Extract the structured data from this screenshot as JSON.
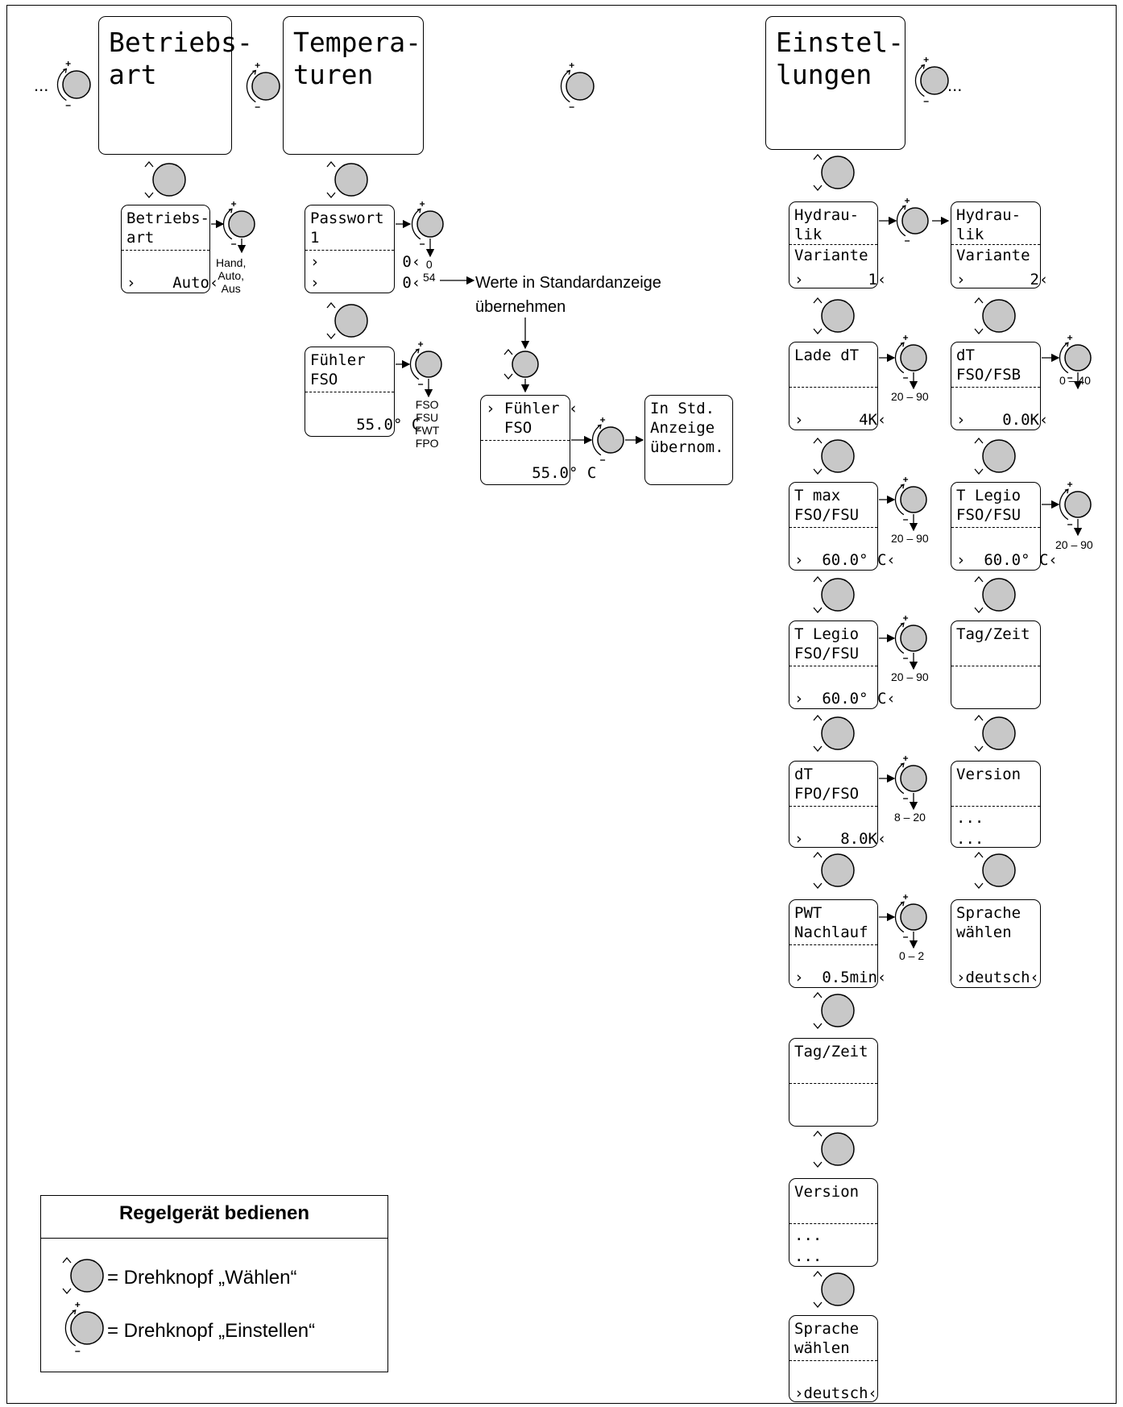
{
  "ellipsis": "...",
  "big_boxes": [
    {
      "id": "betriebsart",
      "text": "Betriebs-\nart"
    },
    {
      "id": "temperaturen",
      "text": "Tempera-\nturen"
    },
    {
      "id": "einstellungen",
      "text": "Einstel-\nlungen"
    }
  ],
  "small_boxes": [
    {
      "id": "betriebsart",
      "l1": "Betriebs-",
      "l2": "art",
      "l3": "",
      "l4": "›    Auto‹"
    },
    {
      "id": "passwort",
      "l1": "Passwort",
      "l2": "1",
      "l3": "›         0‹",
      "l4": "›         0‹"
    },
    {
      "id": "fuehler",
      "l1": "Fühler",
      "l2": "FSO",
      "l3": "",
      "l4": "     55.0° C"
    },
    {
      "id": "fuehler2",
      "l1": "› Fühler ‹",
      "l2": "  FSO",
      "l3": "",
      "l4": "     55.0° C"
    },
    {
      "id": "std",
      "l1": "In Std.",
      "l2": "Anzeige",
      "l3": "übernom.",
      "l4": ""
    },
    {
      "id": "hyd1",
      "l1": "Hydrau-",
      "l2": "lik",
      "l3": "Variante",
      "l4": "›       1‹"
    },
    {
      "id": "hyd2",
      "l1": "Hydrau-",
      "l2": "lik",
      "l3": "Variante",
      "l4": "›       2‹"
    },
    {
      "id": "ladedt",
      "l1": "Lade dT",
      "l2": "",
      "l3": "",
      "l4": "›      4K‹"
    },
    {
      "id": "dtfsb",
      "l1": "dT",
      "l2": "FSO/FSB",
      "l3": "",
      "l4": "›    0.0K‹"
    },
    {
      "id": "tmax",
      "l1": "T max",
      "l2": "FSO/FSU",
      "l3": "",
      "l4": "›  60.0° C‹"
    },
    {
      "id": "tlegio2",
      "l1": "T Legio",
      "l2": "FSO/FSU",
      "l3": "",
      "l4": "›  60.0° C‹"
    },
    {
      "id": "tlegio1",
      "l1": "T Legio",
      "l2": "FSO/FSU",
      "l3": "",
      "l4": "›  60.0° C‹"
    },
    {
      "id": "tagzeit2",
      "l1": "Tag/Zeit",
      "l2": "",
      "l3": "",
      "l4": ""
    },
    {
      "id": "dtfpo",
      "l1": "dT",
      "l2": "FPO/FSO",
      "l3": "",
      "l4": "›    8.0K‹"
    },
    {
      "id": "version2",
      "l1": "Version",
      "l2": "",
      "l3": "...",
      "l4": "..."
    },
    {
      "id": "pwt",
      "l1": "PWT",
      "l2": "Nachlauf",
      "l3": "",
      "l4": "›  0.5min‹"
    },
    {
      "id": "sprache2",
      "l1": "Sprache",
      "l2": "wählen",
      "l3": "",
      "l4": "›deutsch‹"
    },
    {
      "id": "tagzeit1",
      "l1": "Tag/Zeit",
      "l2": "",
      "l3": "",
      "l4": ""
    },
    {
      "id": "version1",
      "l1": "Version",
      "l2": "",
      "l3": "...",
      "l4": "..."
    },
    {
      "id": "sprache1",
      "l1": "Sprache",
      "l2": "wählen",
      "l3": "",
      "l4": "›deutsch‹"
    }
  ],
  "ranges": {
    "hand_auto_aus": "Hand,\nAuto,\nAus",
    "passwort": "0\n54",
    "fuehler": "FSO\nFSU\nFWT\nFPO",
    "lade_dt": "20 – 90",
    "dt_fsb": "0 – 40",
    "t_max": "20 – 90",
    "t_legio2": "20 – 90",
    "t_legio1": "20 – 90",
    "dt_fpo": "8 – 20",
    "pwt": "0 – 2"
  },
  "annotation": "Werte in Standardanzeige\nübernehmen",
  "legend": {
    "title": "Regelgerät bedienen",
    "select_text": "= Drehknopf „Wählen“",
    "adjust_text": "= Drehknopf „Einstellen“"
  },
  "colors": {
    "knob_fill": "#c8c8c8",
    "line": "#000000"
  }
}
